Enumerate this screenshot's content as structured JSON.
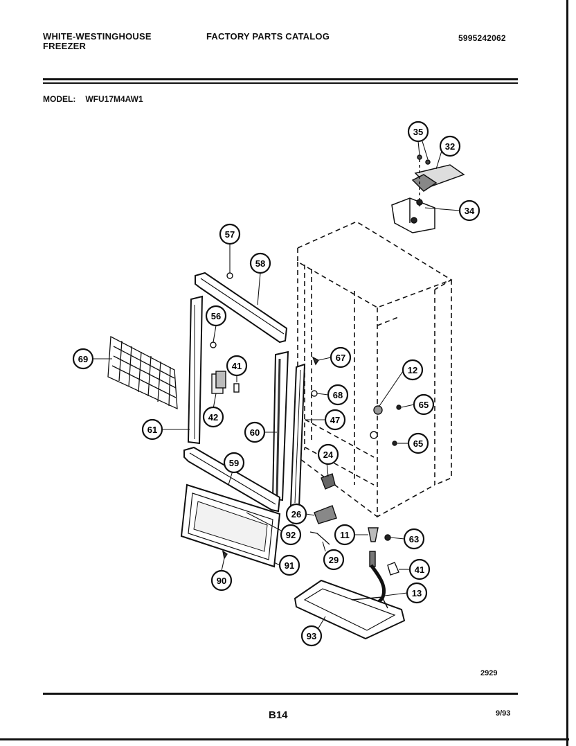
{
  "header": {
    "brand_line1": "WHITE-WESTINGHOUSE",
    "brand_line2": "FREEZER",
    "catalog_title": "FACTORY PARTS CATALOG",
    "catalog_number": "5995242062"
  },
  "model": {
    "label": "MODEL:",
    "value": "WFU17M4AW1"
  },
  "callouts": {
    "c35": "35",
    "c32": "32",
    "c34a": "34",
    "c57a": "57",
    "c58": "58",
    "c56": "56",
    "c41a": "41",
    "c69": "69",
    "c42": "42",
    "c61": "61",
    "c60": "60",
    "c67": "67",
    "c68": "68",
    "c47": "47",
    "c12": "12",
    "c65a": "65",
    "c65b": "65",
    "c24": "24",
    "c59": "59",
    "c26": "26",
    "c92": "92",
    "c11": "11",
    "c63": "63",
    "c29": "29",
    "c41b": "41",
    "c90": "90",
    "c91": "91",
    "c13": "13",
    "c93": "93"
  },
  "footer": {
    "drawing_number": "2929",
    "page_number": "B14",
    "date": "9/93"
  }
}
